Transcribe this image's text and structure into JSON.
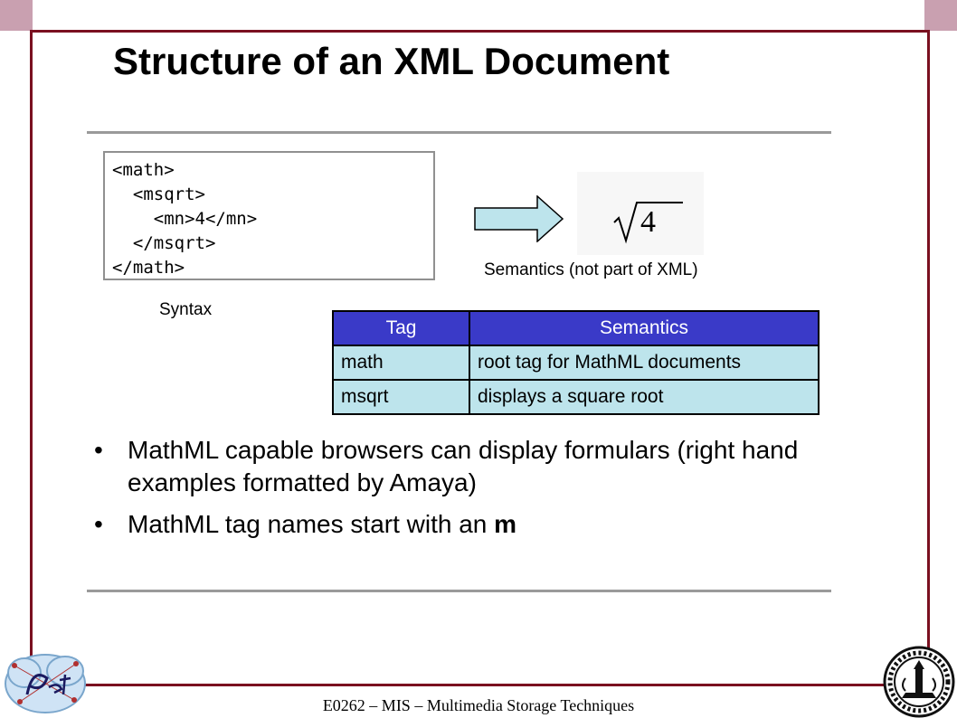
{
  "slide": {
    "title": "Structure of an XML Document",
    "code_lines": [
      "<math>",
      "  <msqrt>",
      "    <mn>4</mn>",
      "  </msqrt>",
      "</math>"
    ],
    "syntax_label": "Syntax",
    "rendered_formula_number": "4",
    "semantics_label": "Semantics (not part of XML)",
    "table": {
      "headers": [
        "Tag",
        "Semantics"
      ],
      "rows": [
        [
          "math",
          "root tag for MathML documents"
        ],
        [
          "msqrt",
          "displays a square root"
        ]
      ]
    },
    "bullets": [
      {
        "text": "MathML capable browsers can display formulars (right hand examples formatted by Amaya)",
        "bold_suffix": ""
      },
      {
        "text": "MathML tag names start with an ",
        "bold_suffix": "m"
      }
    ],
    "bullet_symbol": "•",
    "footer": "E0262 – MIS – Multimedia Storage Techniques",
    "colors": {
      "frame": "#7a1020",
      "table_header": "#3a3ac8",
      "table_cell": "#bde4ec",
      "arrow": "#bde4ec"
    },
    "logos": [
      "pet-unit-logo",
      "institute-seal-logo"
    ]
  }
}
